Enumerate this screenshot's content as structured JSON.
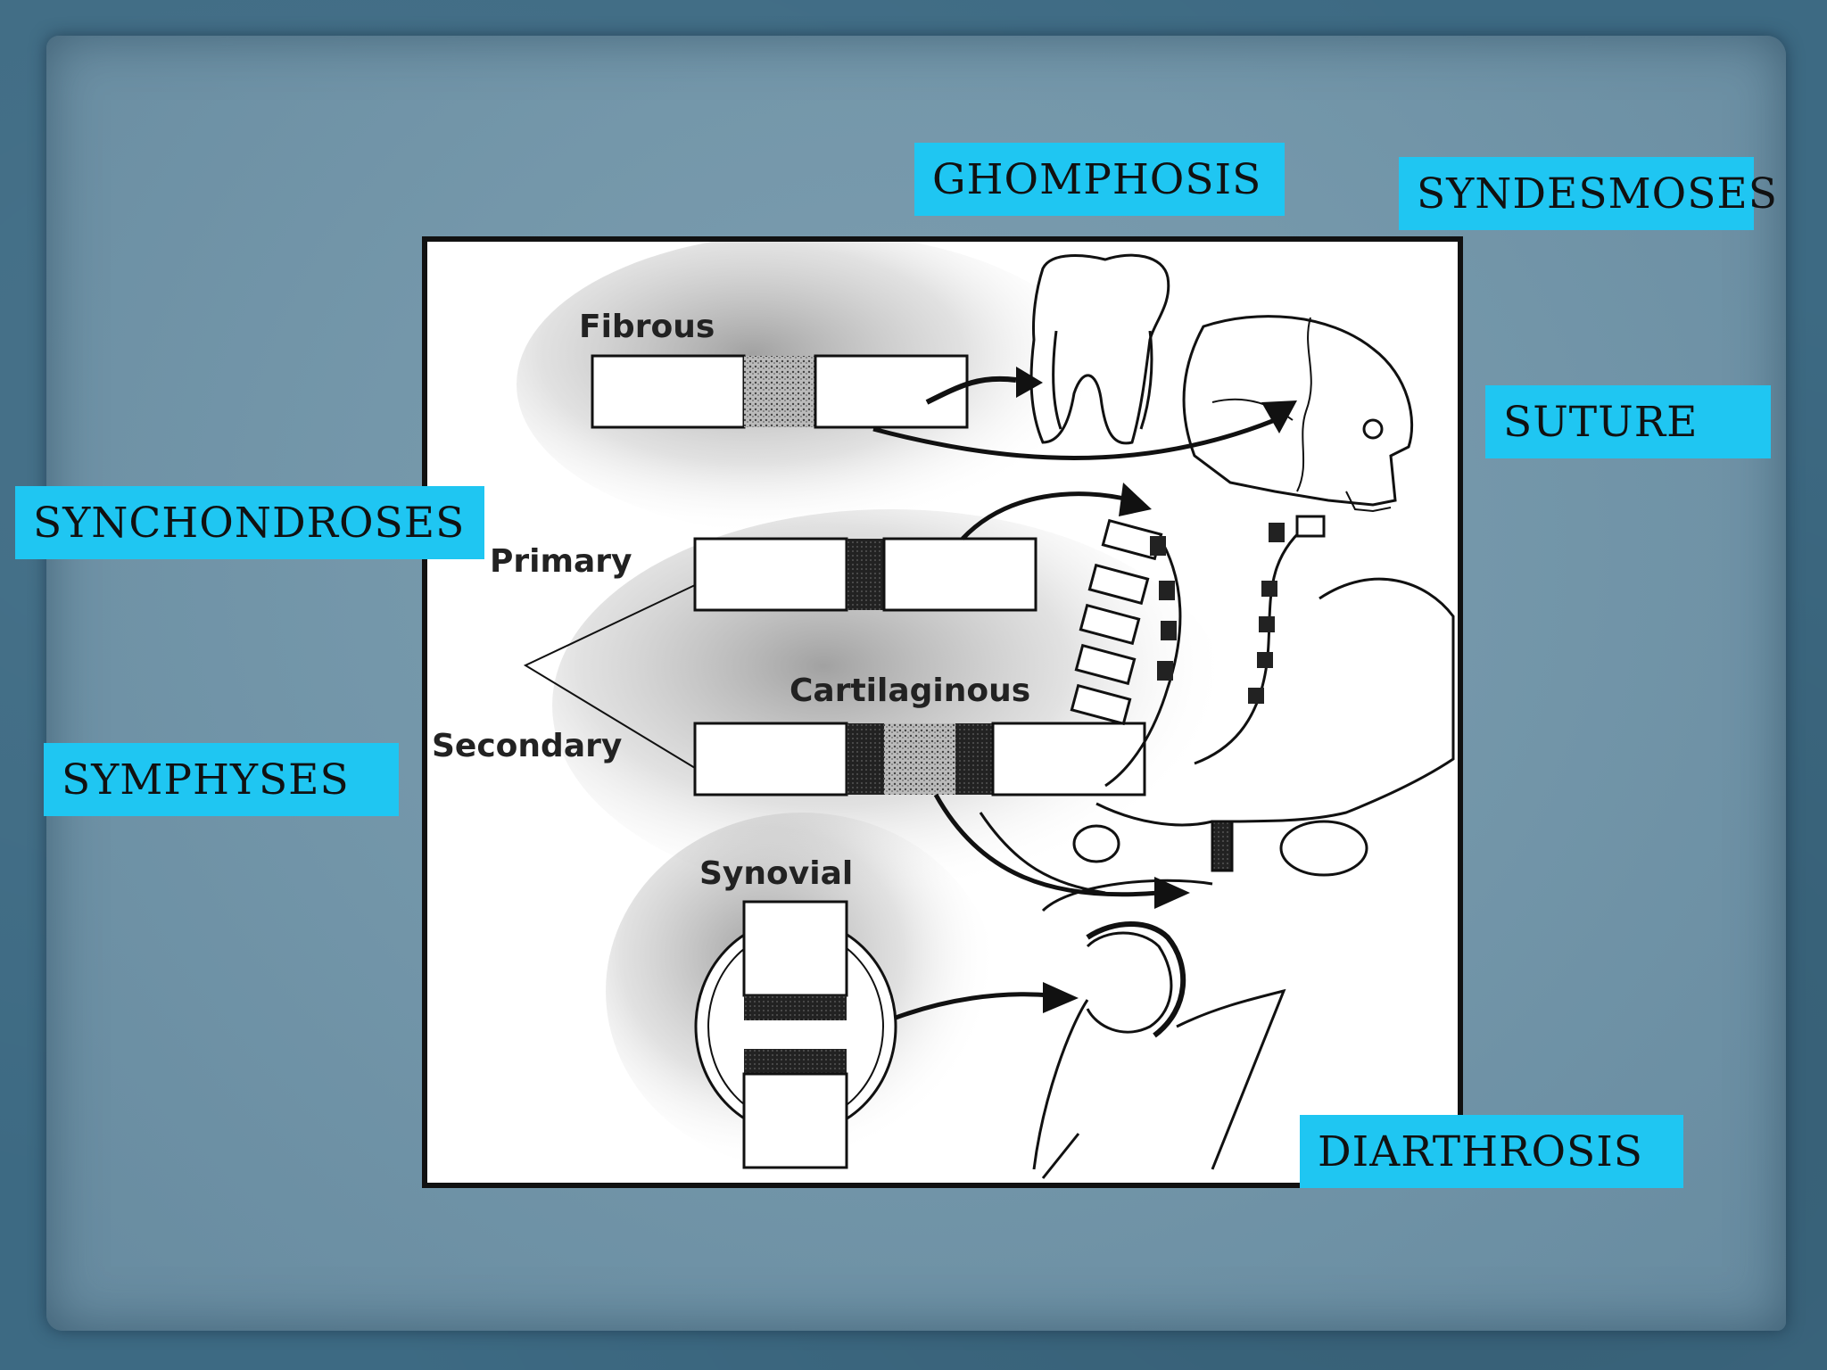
{
  "labels": {
    "ghomphosis": "GHOMPHOSIS",
    "syndesmoses": "SYNDESMOSES",
    "suture": "SUTURE",
    "synchondroses": "SYNCHONDROSES",
    "symphyses": "SYMPHYSES",
    "diarthrosis": "DIARTHROSIS"
  },
  "figure": {
    "fibrous": "Fibrous",
    "primary": "Primary",
    "cartilaginous": "Cartilaginous",
    "secondary": "Secondary",
    "synovial": "Synovial"
  },
  "colors": {
    "label_bg": "#1fc6f2",
    "paper": "#7497aa",
    "background": "#3d6a83"
  }
}
